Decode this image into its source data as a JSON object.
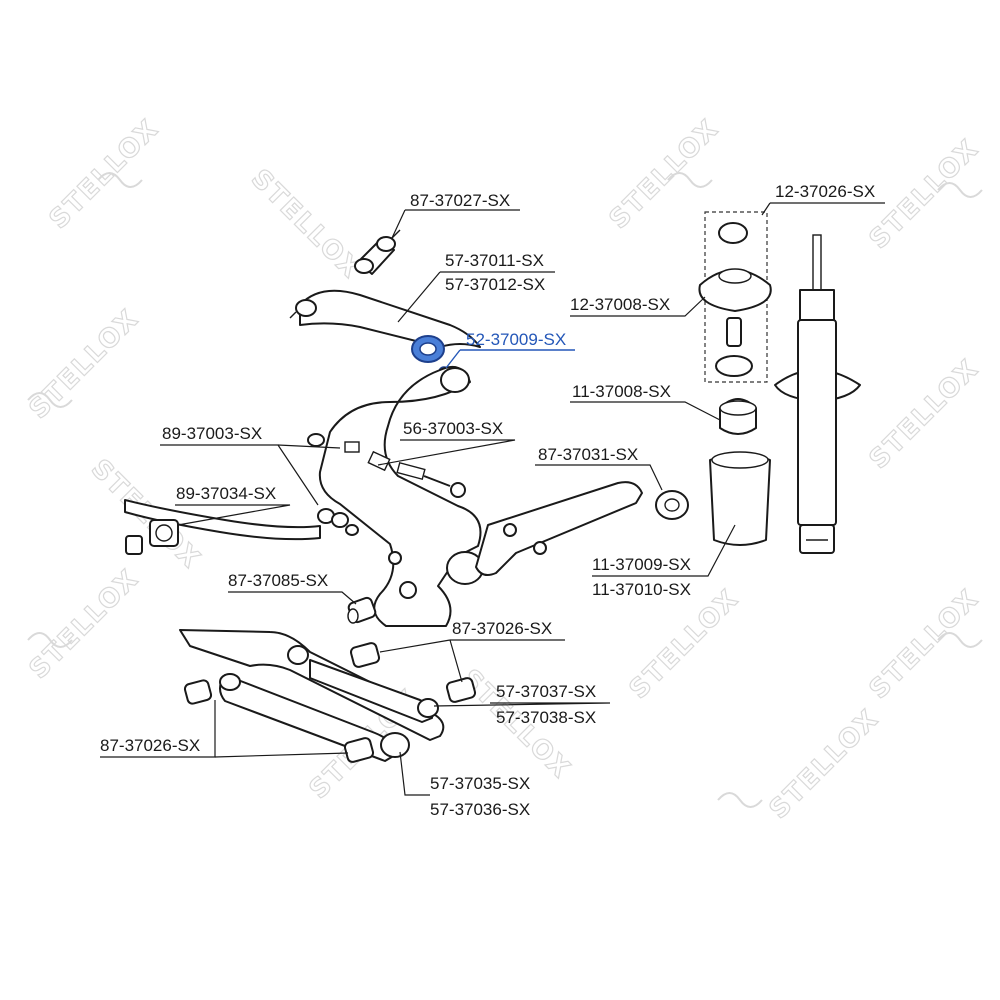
{
  "watermark": {
    "text": "STELLOX"
  },
  "colors": {
    "highlight": "#4a7fd8",
    "highlight_text": "#2457b8",
    "line": "#1a1a1a",
    "watermark": "#d9d9d9"
  },
  "labels": {
    "p87_37027": "87-37027-SX",
    "p57_37011": "57-37011-SX",
    "p57_37012": "57-37012-SX",
    "p52_37009": "52-37009-SX",
    "p12_37026": "12-37026-SX",
    "p12_37008": "12-37008-SX",
    "p11_37008": "11-37008-SX",
    "p89_37003": "89-37003-SX",
    "p56_37003": "56-37003-SX",
    "p87_37031": "87-37031-SX",
    "p89_37034": "89-37034-SX",
    "p11_37009": "11-37009-SX",
    "p11_37010": "11-37010-SX",
    "p87_37085": "87-37085-SX",
    "p87_37026_a": "87-37026-SX",
    "p57_37037": "57-37037-SX",
    "p57_37038": "57-37038-SX",
    "p87_37026_b": "87-37026-SX",
    "p57_37035": "57-37035-SX",
    "p57_37036": "57-37036-SX"
  }
}
